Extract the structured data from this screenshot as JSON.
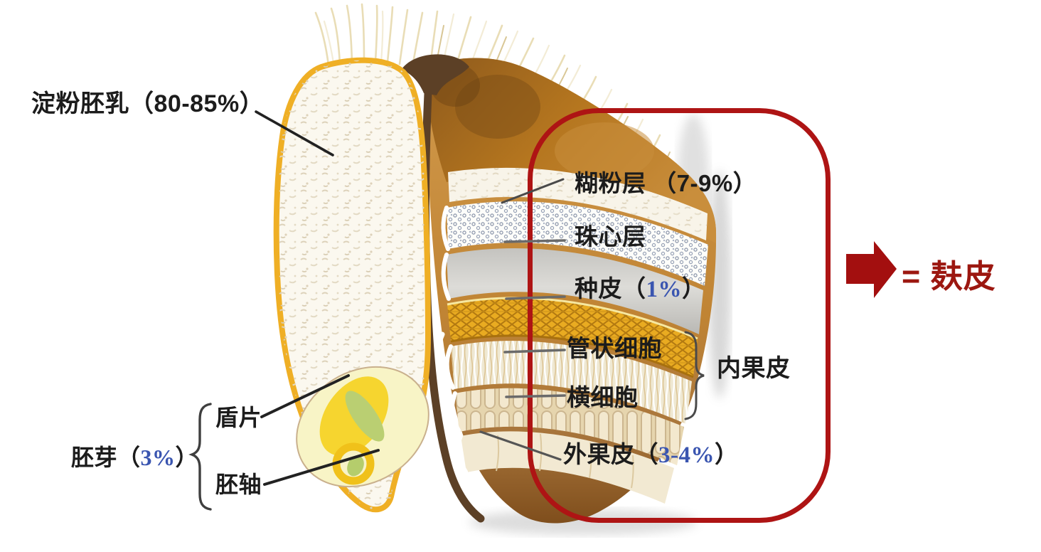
{
  "colors": {
    "box_red": "#ae1414",
    "arrow_red": "#a30f0f",
    "bran_text_red": "#9c1710",
    "label_black": "#1c1c1c",
    "percent_blue": "#3a55b0",
    "kernel_outline_yellow": "#efaf25",
    "crease_brown": "#5c4026",
    "seed_coat_gold": "#e9ab21"
  },
  "labels": {
    "endosperm": "淀粉胚乳（80-85%）",
    "aleurone": "糊粉层 （7-9%）",
    "nucellar": "珠心层",
    "seed_coat": {
      "name": "种皮（",
      "pct": "1%",
      "close": "）"
    },
    "tube_cells": "管状细胞",
    "cross_cells": "横细胞",
    "inner_pericarp": "内果皮",
    "outer_pericarp": {
      "name": "外果皮（",
      "pct": "3-4%",
      "close": "）"
    },
    "germ": {
      "name": "胚芽（",
      "pct": "3%",
      "close": "）"
    },
    "scutellum": "盾片",
    "embryonic_axis": "胚轴",
    "bran_equals": "= 麸皮"
  }
}
